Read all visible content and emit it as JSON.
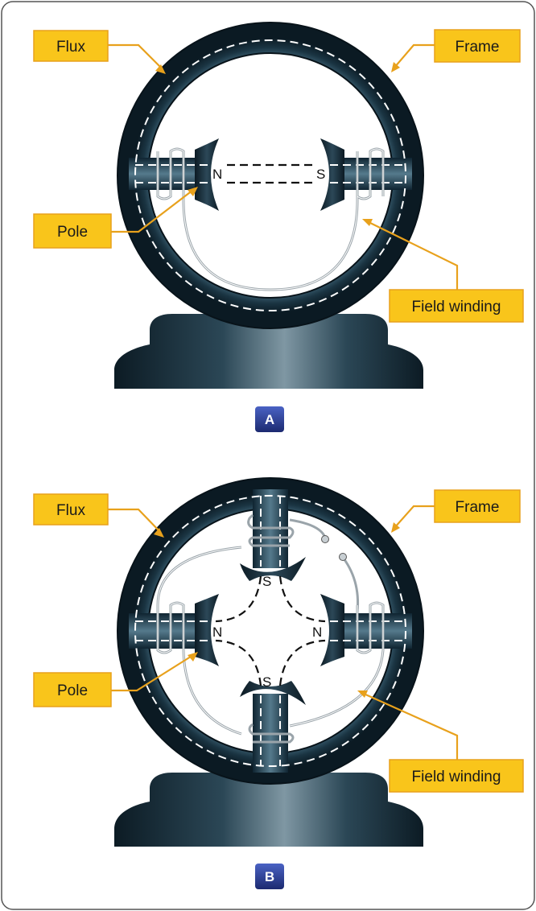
{
  "panel_a": {
    "badge": "A",
    "callouts": {
      "flux": "Flux",
      "frame": "Frame",
      "pole": "Pole",
      "field_winding": "Field winding"
    },
    "poles": {
      "left": "N",
      "right": "S"
    }
  },
  "panel_b": {
    "badge": "B",
    "callouts": {
      "flux": "Flux",
      "frame": "Frame",
      "pole": "Pole",
      "field_winding": "Field winding"
    },
    "poles": {
      "top": "S",
      "left": "N",
      "right": "N",
      "bottom": "S"
    }
  },
  "colors": {
    "frame": "#1e3a48",
    "label_fill": "#f9c51b",
    "label_border": "#e8a11c",
    "leader": "#e8a11c",
    "badge": "#2d3f9a"
  }
}
